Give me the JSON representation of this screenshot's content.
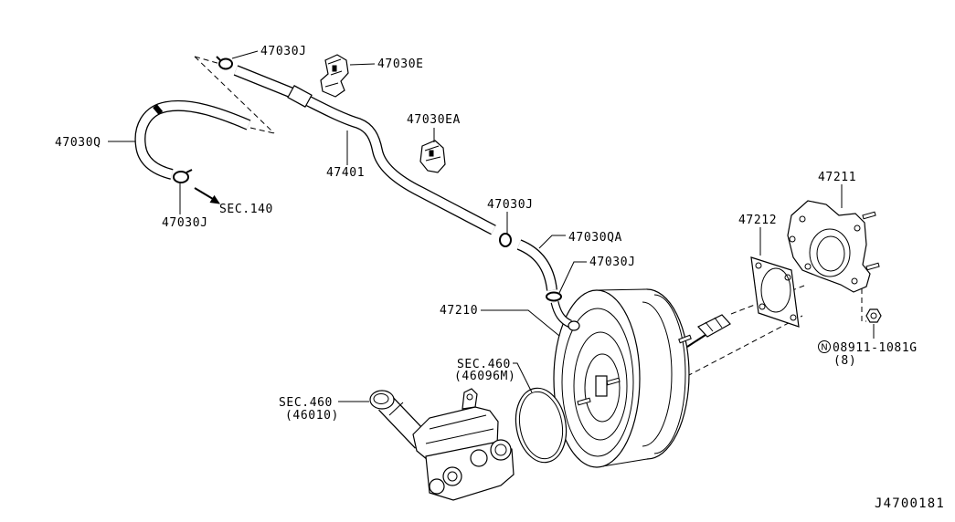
{
  "diagram": {
    "figure_id": "J4700181",
    "callouts": {
      "clip_top": "47030J",
      "clip_e": "47030E",
      "hose_q": "47030Q",
      "clip_ea": "47030EA",
      "tube": "47401",
      "sec_140": "SEC.140",
      "clip_left": "47030J",
      "clip_mid": "47030J",
      "hose_qa": "47030QA",
      "clip_right": "47030J",
      "booster": "47210",
      "gasket": "47212",
      "bracket": "47211"
    },
    "nut": {
      "badge": "N",
      "part": "08911-1081G",
      "qty": "(8)"
    },
    "o_ring_ref": {
      "section": "SEC.460",
      "part": "(46096M)"
    },
    "master_cylinder_ref": {
      "section": "SEC.460",
      "part": "(46010)"
    }
  }
}
